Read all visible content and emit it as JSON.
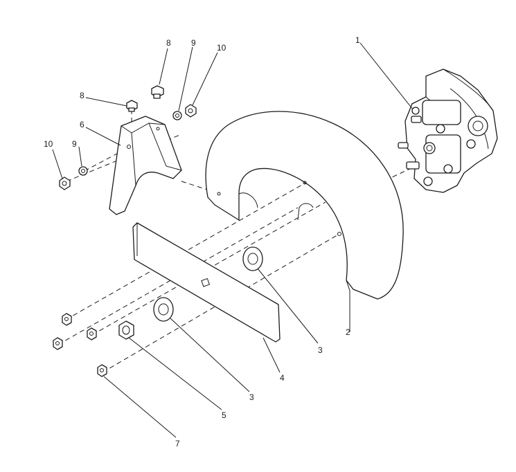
{
  "callouts": [
    {
      "id": "c1",
      "text": "1"
    },
    {
      "id": "c2",
      "text": "2"
    },
    {
      "id": "c3a",
      "text": "3"
    },
    {
      "id": "c3b",
      "text": "3"
    },
    {
      "id": "c4",
      "text": "4"
    },
    {
      "id": "c5",
      "text": "5"
    },
    {
      "id": "c6",
      "text": "6"
    },
    {
      "id": "c7",
      "text": "7"
    },
    {
      "id": "c8a",
      "text": "8"
    },
    {
      "id": "c8b",
      "text": "8"
    },
    {
      "id": "c9a",
      "text": "9"
    },
    {
      "id": "c9b",
      "text": "9"
    },
    {
      "id": "c10a",
      "text": "10"
    },
    {
      "id": "c10b",
      "text": "10"
    }
  ]
}
